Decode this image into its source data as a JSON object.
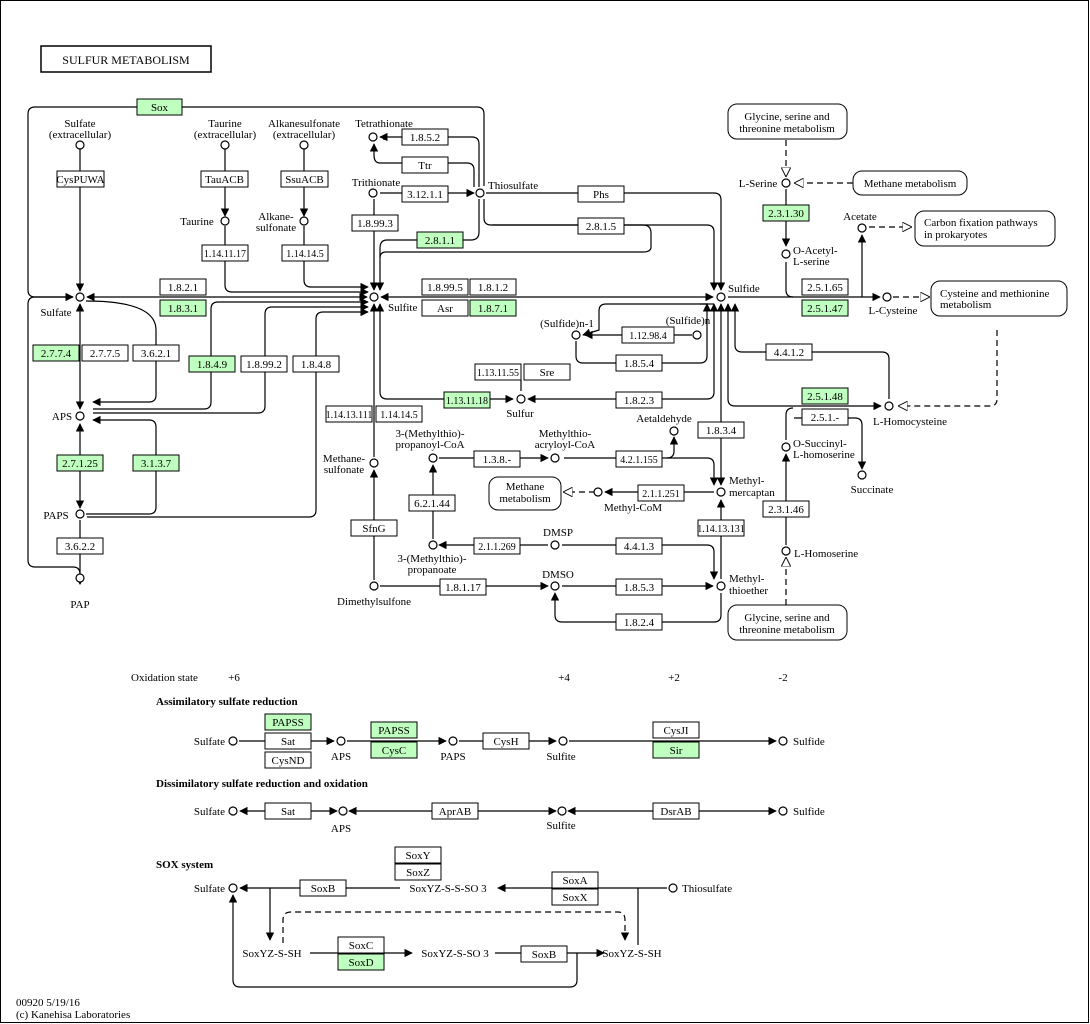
{
  "title": "SULFUR METABOLISM",
  "footer": {
    "code": "00920 5/19/16",
    "copyright": "(c) Kanehisa Laboratories"
  },
  "colors": {
    "highlight": "#bfffbf",
    "line": "#000000",
    "background": "#ffffff"
  },
  "compounds": {
    "sulfate_ext": [
      "Sulfate",
      "(extracellular)"
    ],
    "taurine_ext": [
      "Taurine",
      "(extracellular)"
    ],
    "alkanesulfonate_ext": [
      "Alkanesulfonate",
      "(extracellular)"
    ],
    "tetrathionate": "Tetrathionate",
    "trithionate": "Trithionate",
    "thiosulfate": "Thiosulfate",
    "taurine": "Taurine",
    "alkanesulfonate": [
      "Alkane-",
      "sulfonate"
    ],
    "sulfate": "Sulfate",
    "sulfite": "Sulfite",
    "sulfide": "Sulfide",
    "aps": "APS",
    "paps": "PAPS",
    "pap": "PAP",
    "sulfur": "Sulfur",
    "sulfide_n1": "(Sulfide)n-1",
    "sulfide_n": "(Sulfide)n",
    "acetate": "Acetate",
    "l_serine": "L-Serine",
    "o_acetyl_l_serine": [
      "O-Acetyl-",
      "L-serine"
    ],
    "l_cysteine": "L-Cysteine",
    "l_homocysteine": "L-Homocysteine",
    "o_succinyl_l_homoserine": [
      "O-Succinyl-",
      "L-homoserine"
    ],
    "succinate": "Succinate",
    "l_homoserine": "L-Homoserine",
    "methanesulfonate": [
      "Methane-",
      "sulfonate"
    ],
    "methylthio_propanoyl_coa": [
      "3-(Methylthio)-",
      "propanoyl-CoA"
    ],
    "methylthio_acryloyl_coa": [
      "Methylthio-",
      "acryloyl-CoA"
    ],
    "acetaldehyde": "Aetaldehyde",
    "methyl_mercaptan": [
      "Methyl-",
      "mercaptan"
    ],
    "methyl_com": "Methyl-CoM",
    "dmsp": "DMSP",
    "methylthio_propanoate": [
      "3-(Methylthio)-",
      "propanoate"
    ],
    "dmso": "DMSO",
    "methyl_thioether": [
      "Methyl-",
      "thioether"
    ],
    "dimethylsulfone": "Dimethylsulfone"
  },
  "maps": {
    "glycine_top": [
      "Glycine, serine and",
      "threonine metabolism"
    ],
    "methane_met": "Methane metabolism",
    "carbon_fix": [
      "Carbon fixation pathways",
      "in prokaryotes"
    ],
    "cys_met": [
      "Cysteine and methionine",
      "metabolism"
    ],
    "methane_met2": [
      "Methane",
      "metabolism"
    ],
    "glycine_bottom": [
      "Glycine, serine and",
      "threonine metabolism"
    ]
  },
  "enzymes": {
    "sox": "Sox",
    "cyspuwa": "CysPUWA",
    "tauacb": "TauACB",
    "ssuacb": "SsuACB",
    "e1852": "1.8.5.2",
    "ttr": "Ttr",
    "e31211": "3.12.1.1",
    "phs": "Phs",
    "e18993": "1.8.99.3",
    "e281": "2.8.1.1",
    "e2815": "2.8.1.5",
    "e1141117": "1.14.11.17",
    "e114145": "1.14.14.5",
    "e1821": "1.8.2.1",
    "e1831": "1.8.3.1",
    "e18995": "1.8.99.5",
    "e1812": "1.8.1.2",
    "asr": "Asr",
    "e1871": "1.8.7.1",
    "e2774": "2.7.7.4",
    "e2775": "2.7.7.5",
    "e3621": "3.6.2.1",
    "e1849": "1.8.4.9",
    "e18992": "1.8.99.2",
    "e1848": "1.8.4.8",
    "e112984": "1.12.98.4",
    "e1854": "1.8.5.4",
    "e1131155": "1.13.11.55",
    "sre": "Sre",
    "e1131118": "1.13.11.18",
    "e1823": "1.8.2.3",
    "e11413111": "1.14.13.111",
    "e1141451": "1.14.14.5",
    "e27125": "2.7.1.25",
    "e3137": "3.1.3.7",
    "e3622": "3.6.2.2",
    "e2313": "2.3.1.30",
    "e25165": "2.5.1.65",
    "e25147": "2.5.1.47",
    "e4412": "4.4.1.2",
    "e25148": "2.5.1.48",
    "e251": "2.5.1.-",
    "e1834": "1.8.3.4",
    "e2311": "2.3.1.46",
    "e138": "1.3.8.-",
    "e421155": "4.2.1.155",
    "e211251": "2.1.1.251",
    "e62144": "6.2.1.44",
    "sfng": "SfnG",
    "e211269": "2.1.1.269",
    "e4413": "4.4.1.3",
    "e11413131": "1.14.13.131",
    "e18117": "1.8.1.17",
    "e1853": "1.8.5.3",
    "e1824": "1.8.2.4"
  },
  "oxidation": {
    "label": "Oxidation state",
    "s6": "+6",
    "s4": "+4",
    "s2": "+2",
    "sm2": "-2"
  },
  "modules": {
    "assimilatory": {
      "title": "Assimilatory sulfate reduction",
      "sulfate": "Sulfate",
      "aps": "APS",
      "paps": "PAPS",
      "sulfite": "Sulfite",
      "sulfide": "Sulfide",
      "papss1": "PAPSS",
      "sat": "Sat",
      "cysnd": "CysND",
      "papss2": "PAPSS",
      "cysc": "CysC",
      "cysh": "CysH",
      "cysji": "CysJI",
      "sir": "Sir"
    },
    "dissimilatory": {
      "title": "Dissimilatory sulfate reduction and oxidation",
      "sulfate": "Sulfate",
      "aps": "APS",
      "sulfite": "Sulfite",
      "sulfide": "Sulfide",
      "sat": "Sat",
      "aprab": "AprAB",
      "dsrab": "DsrAB"
    },
    "sox": {
      "title": "SOX system",
      "sulfate": "Sulfate",
      "thiosulfate": "Thiosulfate",
      "soxyz_sso3_top": "SoxYZ-S-S-SO 3",
      "soxyz_ssh_left": "SoxYZ-S-SH",
      "soxyz_sso3_bottom": "SoxYZ-S-SO 3",
      "soxyz_ssh_right": "SoxYZ-S-SH",
      "soxy": "SoxY",
      "soxz": "SoxZ",
      "soxb1": "SoxB",
      "soxa": "SoxA",
      "soxx": "SoxX",
      "soxc": "SoxC",
      "soxd": "SoxD",
      "soxb2": "SoxB"
    }
  }
}
